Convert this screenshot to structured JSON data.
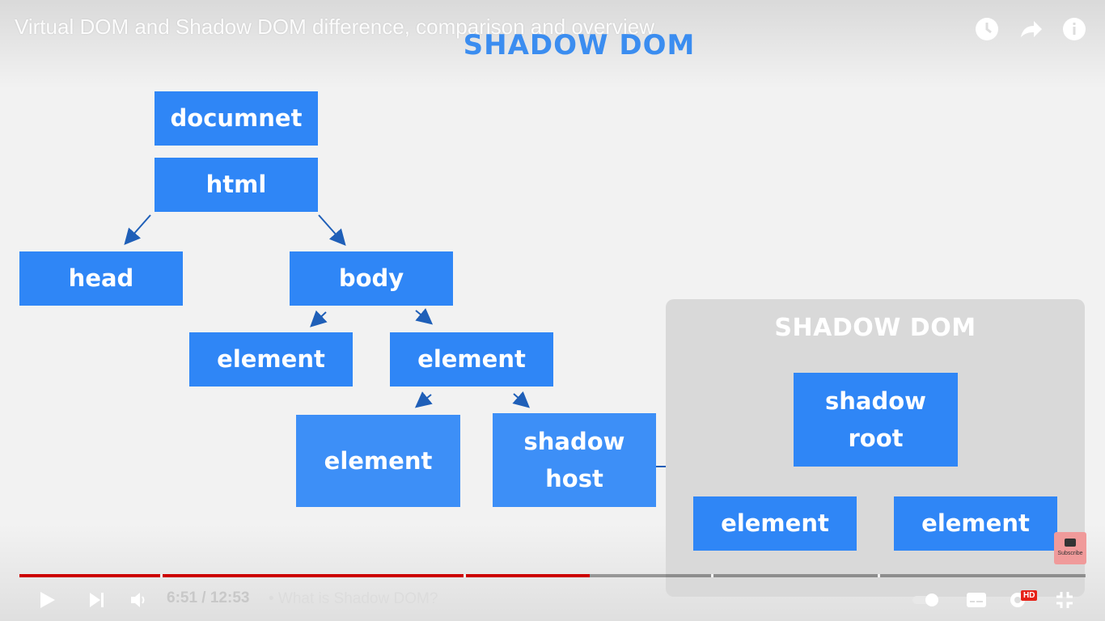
{
  "video": {
    "title": "Virtual DOM and Shadow DOM difference, comparison and overview",
    "time": "6:51 / 12:53",
    "chapter": "• What is Shadow DOM?",
    "quality_badge": "HD",
    "progress_fraction": 0.535,
    "progress_color": "#cc0000"
  },
  "slide": {
    "title": "SHADOW DOM",
    "accent": "#2f86f6"
  },
  "tree": {
    "document": "documnet",
    "html": "html",
    "head": "head",
    "body": "body",
    "element_a": "element",
    "element_b": "element",
    "element_c": "element",
    "shadow_host": [
      "shadow",
      "host"
    ]
  },
  "shadow_panel": {
    "title": "SHADOW DOM",
    "shadow_root": [
      "shadow",
      "root"
    ],
    "element_left": "element",
    "element_right": "element"
  },
  "subscribe": {
    "label": "Subscribe"
  },
  "icons": {
    "top_right": [
      "watch-later-icon",
      "share-icon",
      "info-icon"
    ],
    "controls_left": [
      "play-icon",
      "next-icon",
      "volume-icon"
    ],
    "controls_right": [
      "autoplay-toggle-icon",
      "captions-icon",
      "settings-icon",
      "fullscreen-exit-icon"
    ]
  }
}
